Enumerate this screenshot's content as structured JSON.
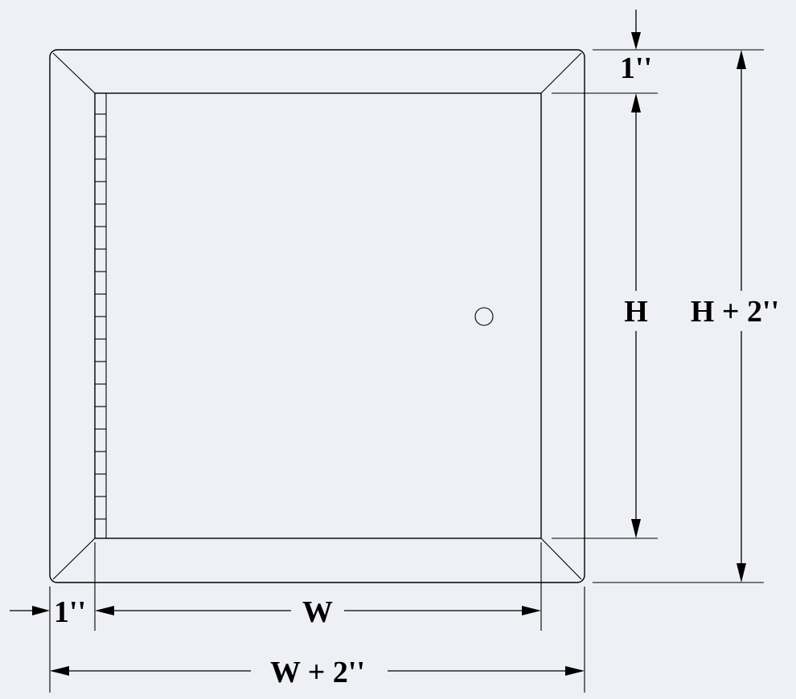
{
  "colors": {
    "background": "#eef0f5",
    "line": "#000000"
  },
  "dimensions": {
    "top_offset_label": "1''",
    "height_label": "H",
    "overall_height_label": "H + 2''",
    "left_offset_label": "1''",
    "width_label": "W",
    "overall_width_label": "W + 2''"
  },
  "icons": {
    "latch": "latch-icon",
    "hinge": "hinge-icon"
  }
}
